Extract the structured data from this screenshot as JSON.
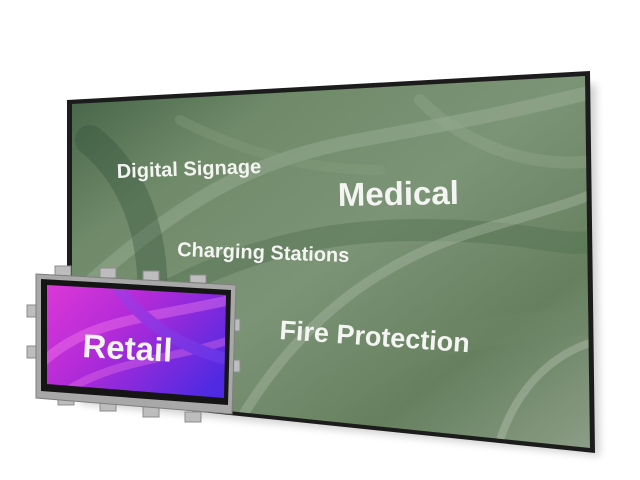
{
  "large_display": {
    "labels": {
      "digital_signage": "Digital Signage",
      "medical": "Medical",
      "charging_stations": "Charging Stations",
      "fire_protection": "Fire Protection"
    }
  },
  "small_display": {
    "label": "Retail"
  },
  "colors": {
    "background": "#ffffff",
    "large_screen_green": "#6f8a69",
    "large_screen_dark": "#3e5a41",
    "bezel": "#1c1c1c",
    "retail_magenta": "#d02ad2",
    "retail_purple": "#5a2ae0",
    "label_text": "#f4f4f2"
  }
}
